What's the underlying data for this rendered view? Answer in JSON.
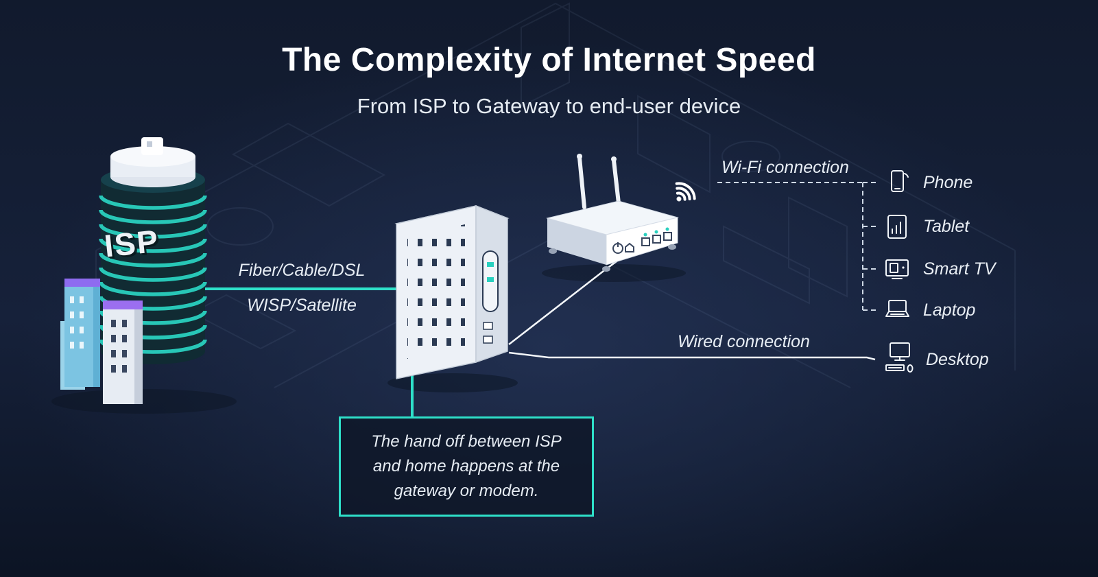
{
  "header": {
    "title": "The Complexity of Internet Speed",
    "subtitle": "From ISP to Gateway to end-user device"
  },
  "isp": {
    "label": "ISP"
  },
  "links": {
    "isp_to_gateway": {
      "line1": "Fiber/Cable/DSL",
      "line2": "WISP/Satellite"
    },
    "wifi": {
      "label": "Wi-Fi connection"
    },
    "wired": {
      "label": "Wired connection"
    }
  },
  "callout": {
    "text": "The hand off between ISP and home happens at the gateway or modem."
  },
  "devices": [
    {
      "id": "phone",
      "label": "Phone"
    },
    {
      "id": "tablet",
      "label": "Tablet"
    },
    {
      "id": "smart-tv",
      "label": "Smart TV"
    },
    {
      "id": "laptop",
      "label": "Laptop"
    },
    {
      "id": "desktop",
      "label": "Desktop"
    }
  ],
  "colors": {
    "accent": "#2EE0C9",
    "background": "#131C30",
    "text": "#FFFFFF"
  }
}
